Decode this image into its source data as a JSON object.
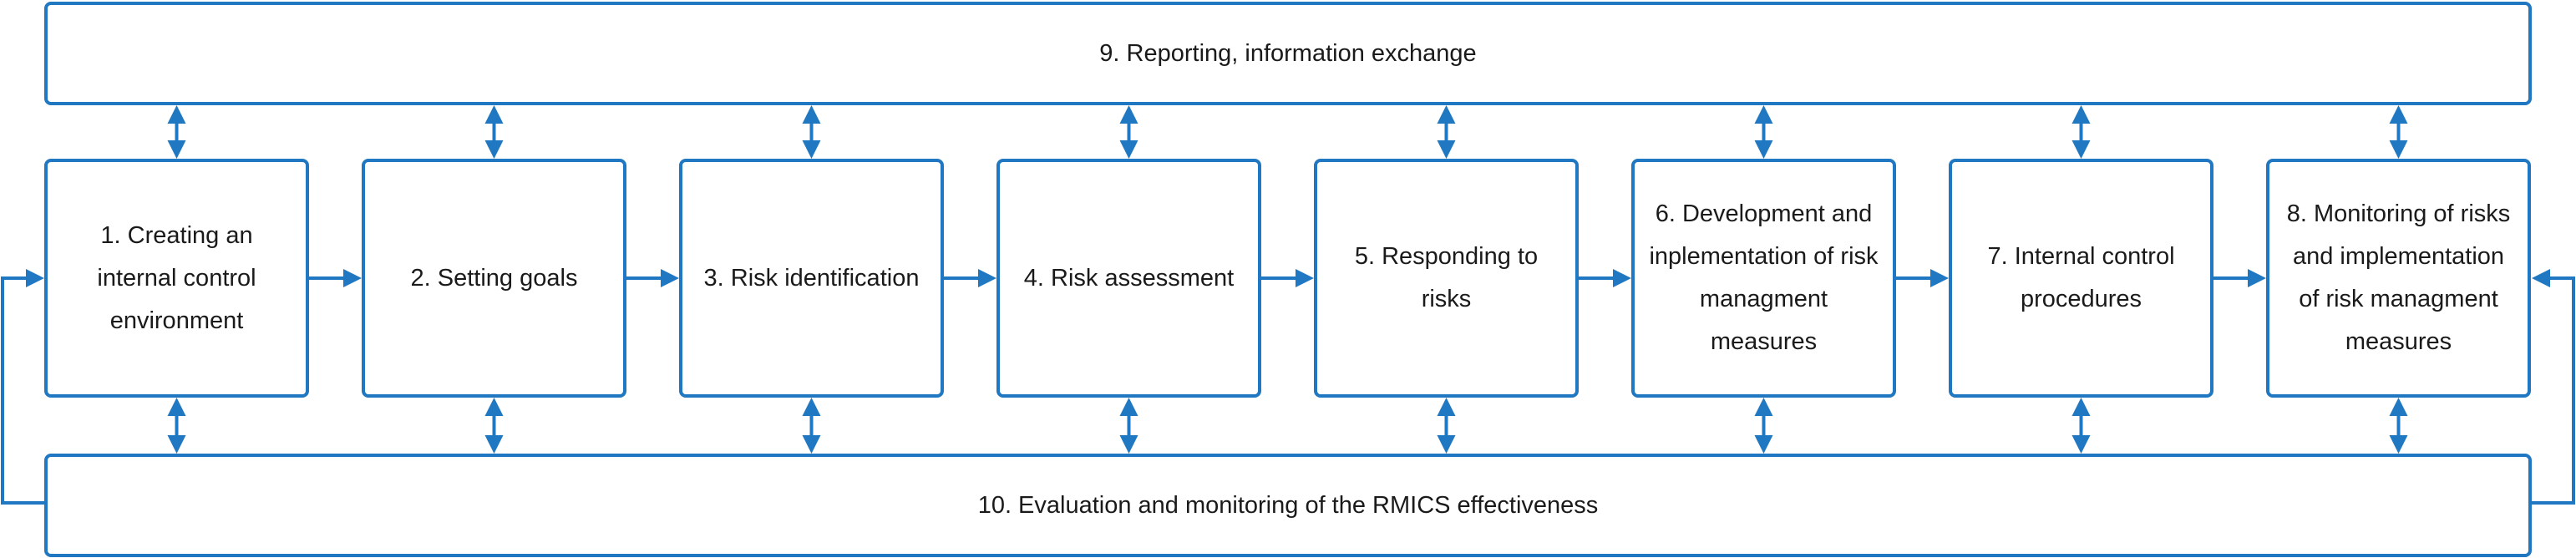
{
  "top_box": {
    "label": "9.  Reporting, information exchange"
  },
  "bottom_box": {
    "label": "10.  Evaluation and monitoring of the RMICS effectiveness"
  },
  "steps": [
    {
      "label": "1.  Creating an internal control environment"
    },
    {
      "label": "2.  Setting goals"
    },
    {
      "label": "3.  Risk identification"
    },
    {
      "label": "4.  Risk assessment"
    },
    {
      "label": "5.  Responding to risks"
    },
    {
      "label": "6.  Development and inplementation of risk managment measures"
    },
    {
      "label": "7. Internal control procedures"
    },
    {
      "label": "8. Monitoring of risks and implementation of risk managment measures"
    }
  ],
  "colors": {
    "stroke": "#1f78c1",
    "text": "#1a1a1a",
    "background": "#ffffff"
  }
}
